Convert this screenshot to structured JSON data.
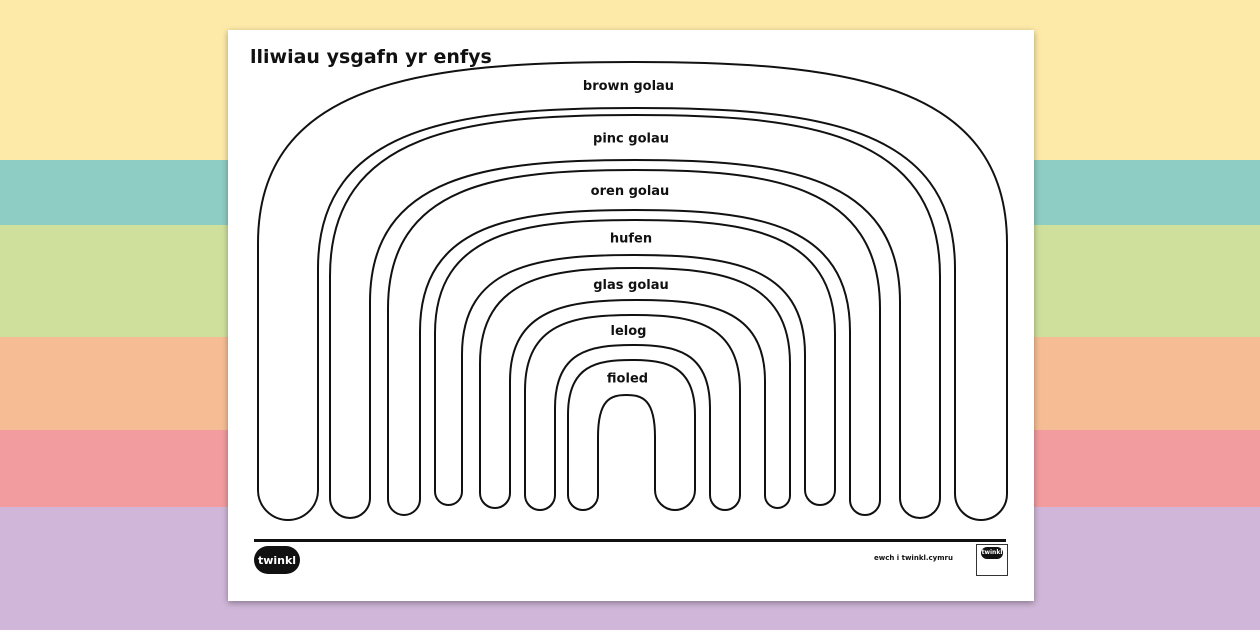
{
  "background_colors": [
    "#fdeaa8",
    "#8ecdc4",
    "#cfe09c",
    "#f6bd95",
    "#f29c9f",
    "#d0b6d8"
  ],
  "title": "lliwiau ysgafn yr enfys",
  "bands": [
    {
      "label": "brown golau"
    },
    {
      "label": "pinc golau"
    },
    {
      "label": "oren golau"
    },
    {
      "label": "hufen"
    },
    {
      "label": "glas golau"
    },
    {
      "label": "lelog"
    },
    {
      "label": "fioled"
    }
  ],
  "footer": {
    "logo": "twinkl",
    "site": "ewch i twinkl.cymru",
    "badge": "twinkl"
  }
}
